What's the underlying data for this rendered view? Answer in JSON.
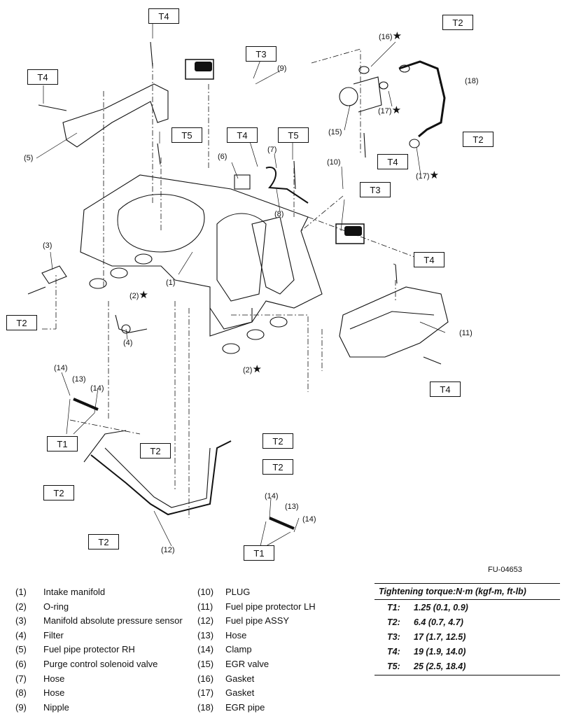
{
  "figure_id": "FU-04653",
  "torque_tags": {
    "t1": "T1",
    "t2": "T2",
    "t3": "T3",
    "t4": "T4",
    "t5": "T5"
  },
  "callouts": {
    "c1": "(1)",
    "c2": "(2)",
    "c3": "(3)",
    "c4": "(4)",
    "c5": "(5)",
    "c6": "(6)",
    "c7": "(7)",
    "c8": "(8)",
    "c9": "(9)",
    "c10": "(10)",
    "c11": "(11)",
    "c12": "(12)",
    "c13": "(13)",
    "c14": "(14)",
    "c15": "(15)",
    "c16": "(16)",
    "c17": "(17)",
    "c18": "(18)"
  },
  "star": "★",
  "legend": {
    "col1": [
      {
        "num": "(1)",
        "label": "Intake manifold"
      },
      {
        "num": "(2)",
        "label": "O-ring"
      },
      {
        "num": "(3)",
        "label": "Manifold absolute pressure sensor"
      },
      {
        "num": "(4)",
        "label": "Filter"
      },
      {
        "num": "(5)",
        "label": "Fuel pipe protector RH"
      },
      {
        "num": "(6)",
        "label": "Purge control solenoid valve"
      },
      {
        "num": "(7)",
        "label": "Hose"
      },
      {
        "num": "(8)",
        "label": "Hose"
      },
      {
        "num": "(9)",
        "label": "Nipple"
      }
    ],
    "col2": [
      {
        "num": "(10)",
        "label": "PLUG"
      },
      {
        "num": "(11)",
        "label": "Fuel pipe protector LH"
      },
      {
        "num": "(12)",
        "label": "Fuel pipe ASSY"
      },
      {
        "num": "(13)",
        "label": "Hose"
      },
      {
        "num": "(14)",
        "label": "Clamp"
      },
      {
        "num": "(15)",
        "label": "EGR valve"
      },
      {
        "num": "(16)",
        "label": "Gasket"
      },
      {
        "num": "(17)",
        "label": "Gasket"
      },
      {
        "num": "(18)",
        "label": "EGR pipe"
      }
    ]
  },
  "torque_table": {
    "header": "Tightening torque:N·m (kgf-m, ft-lb)",
    "rows": [
      {
        "key": "T1:",
        "value": "1.25 (0.1, 0.9)"
      },
      {
        "key": "T2:",
        "value": "6.4 (0.7, 4.7)"
      },
      {
        "key": "T3:",
        "value": "17 (1.7, 12.5)"
      },
      {
        "key": "T4:",
        "value": "19 (1.9, 14.0)"
      },
      {
        "key": "T5:",
        "value": "25 (2.5, 18.4)"
      }
    ]
  }
}
